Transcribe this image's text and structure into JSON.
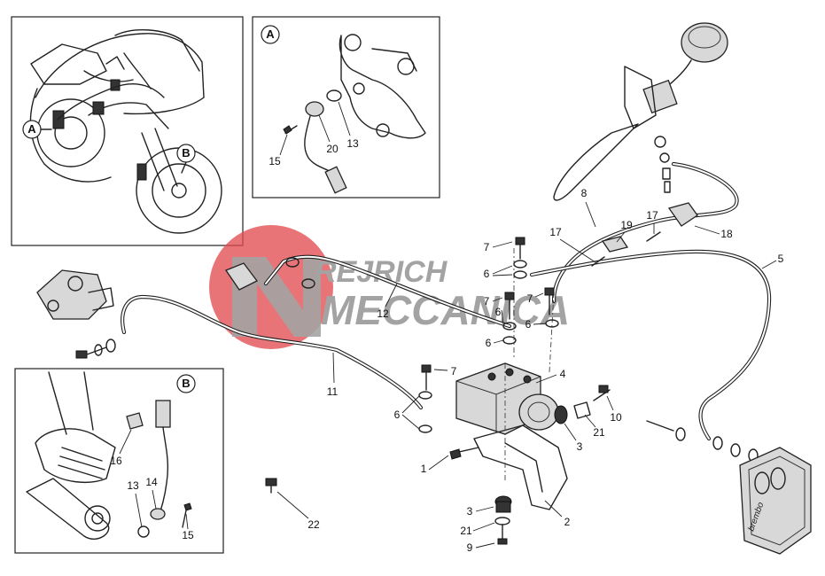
{
  "watermark": {
    "line1": "REJRICH",
    "line2": "MECCANICA",
    "colors": {
      "red": "#e34a4f",
      "gray": "#9a9a9a"
    }
  },
  "insets": {
    "overview_A": "A",
    "overview_B": "B",
    "detail_A": "A",
    "detail_B": "B"
  },
  "callouts": {
    "c1": "1",
    "c2": "2",
    "c3a": "3",
    "c3b": "3",
    "c4": "4",
    "c5": "5",
    "c6a": "6",
    "c6b": "6",
    "c6c": "6",
    "c6d": "6",
    "c6e": "6",
    "c7a": "7",
    "c7b": "7",
    "c7c": "7",
    "c7d": "7",
    "c8": "8",
    "c9": "9",
    "c10": "10",
    "c11": "11",
    "c12": "12",
    "c13a": "13",
    "c13b": "13",
    "c14": "14",
    "c15a": "15",
    "c15b": "15",
    "c16": "16",
    "c17a": "17",
    "c17b": "17",
    "c18": "18",
    "c19": "19",
    "c20": "20",
    "c21a": "21",
    "c21b": "21",
    "c22": "22"
  },
  "caliper_brand": "brembo"
}
